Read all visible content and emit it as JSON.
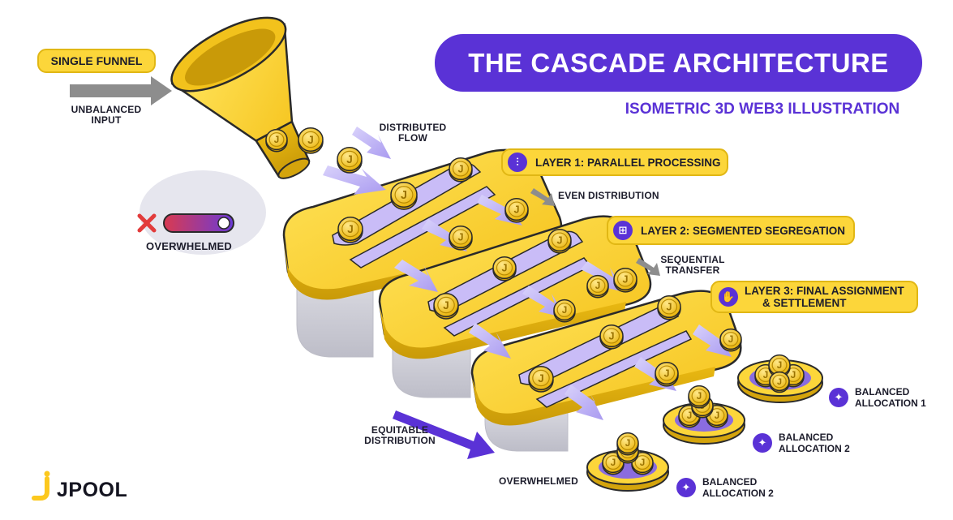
{
  "title": "THE CASCADE ARCHITECTURE",
  "subtitle": "ISOMETRIC 3D WEB3 ILLUSTRATION",
  "funnel": {
    "badge": "SINGLE FUNNEL",
    "input_label_1": "UNBALANCED",
    "input_label_2": "INPUT",
    "status": "OVERWHELMED"
  },
  "flow": {
    "distributed_1": "DISTRIBUTED",
    "distributed_2": "FLOW",
    "even": "EVEN DISTRIBUTION",
    "sequential_1": "SEQUENTIAL",
    "sequential_2": "TRANSFER",
    "equitable_1": "EQUITABLE",
    "equitable_2": "DISTRIBUTION",
    "overwhelmed_bottom": "OVERWHELMED"
  },
  "layers": [
    {
      "label": "LAYER 1: PARALLEL PROCESSING",
      "icon": "parallel-icon"
    },
    {
      "label": "LAYER 2: SEGMENTED SEGREGATION",
      "icon": "hierarchy-icon"
    },
    {
      "label_1": "LAYER 3: FINAL ASSIGNMENT",
      "label_2": "& SETTLEMENT",
      "icon": "settlement-icon"
    }
  ],
  "allocations": [
    {
      "line1": "BALANCED",
      "line2": "ALLOCATION 1",
      "icon": "lightbulb-icon"
    },
    {
      "line1": "BALANCED",
      "line2": "ALLOCATION 2",
      "icon": "lightbulb-icon"
    },
    {
      "line1": "BALANCED",
      "line2": "ALLOCATION 2",
      "icon": "lightbulb-icon"
    }
  ],
  "coin_glyph": "J",
  "brand": "JPOOL",
  "colors": {
    "title_bg": "#5a32d6",
    "subtitle": "#5a32d6",
    "gold": "#fcd63a",
    "gold_dark": "#e1b714",
    "lavender": "#b9aef0",
    "danger": "#e23b3b"
  }
}
